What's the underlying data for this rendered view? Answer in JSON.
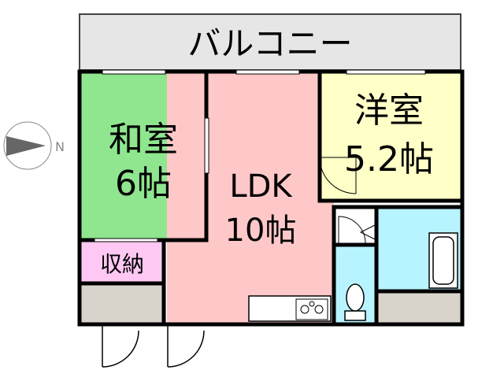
{
  "balcony": {
    "label": "バルコニー",
    "fill": "#e6e6e6"
  },
  "rooms": {
    "washitsu": {
      "name": "和室",
      "size": "6帖",
      "fill": "#8fe68f"
    },
    "yoshitsu": {
      "name": "洋室",
      "size": "5.2帖",
      "fill": "#ffffc8"
    },
    "ldk": {
      "name": "LDK",
      "size": "10帖",
      "fill": "#ffc8c8"
    },
    "storage": {
      "name": "収納",
      "fill": "#ffc8f4"
    },
    "bath": {
      "fill": "#b8f4ff"
    },
    "toilet": {
      "fill": "#b8f4ff"
    },
    "entrance": {
      "fill": "#d8d4cc"
    }
  },
  "compass": {
    "label": "N"
  },
  "colors": {
    "wall": "#000000",
    "frame": "#444444"
  }
}
